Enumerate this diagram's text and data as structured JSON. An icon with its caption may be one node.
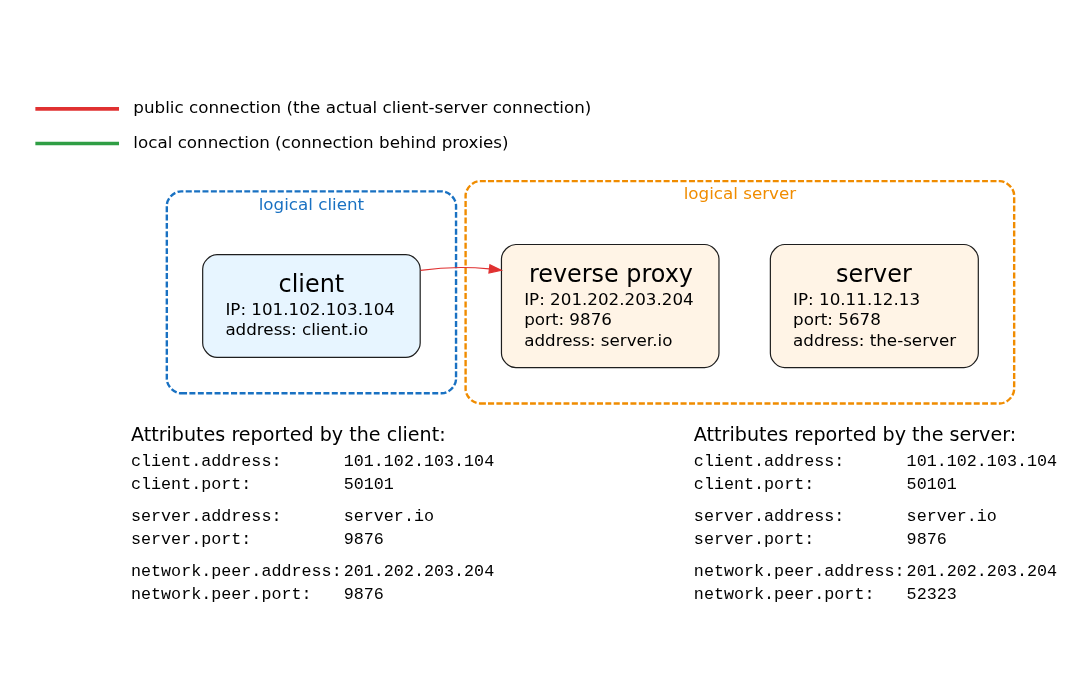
{
  "diagram": {
    "nodes": [
      {
        "text": [
          "logical client"
        ]
      },
      {
        "text": [
          "client",
          "IP: 101.102.103.104",
          "address: client.io"
        ],
        "in": 0
      },
      {
        "text": [
          "logical server"
        ]
      },
      {
        "text": [
          "reverse proxy",
          "IP: 201.202.203.204",
          "port: 9876",
          "address: server.io"
        ],
        "in": 2
      },
      {
        "text": [
          "server",
          "IP: 10.11.12.13",
          "port: 5678",
          "address: the-server"
        ],
        "in": 2
      }
    ],
    "edges": [
      {
        "from": 1,
        "to": 3,
        "arrow": "to",
        "color": "#e03131"
      }
    ],
    "labels": [
      "Attributes reported by the client:",
      "client.address:",
      "101.102.103.104",
      "client.port:",
      "50101",
      "server.address:",
      "server.io",
      "server.port:",
      "9876",
      "network.peer.address:",
      "201.202.203.204",
      "network.peer.port:",
      "9876",
      "Attributes reported by the server:",
      "client.address:",
      "101.102.103.104",
      "client.port:",
      "50101",
      "server.address:",
      "server.io",
      "server.port:",
      "9876",
      "network.peer.address:",
      "201.202.203.204",
      "network.peer.port:",
      "52323"
    ],
    "legend": [
      {
        "text": "public connection (the actual client-server connection)"
      },
      {
        "text": "local connection (connection behind proxies)"
      }
    ]
  }
}
